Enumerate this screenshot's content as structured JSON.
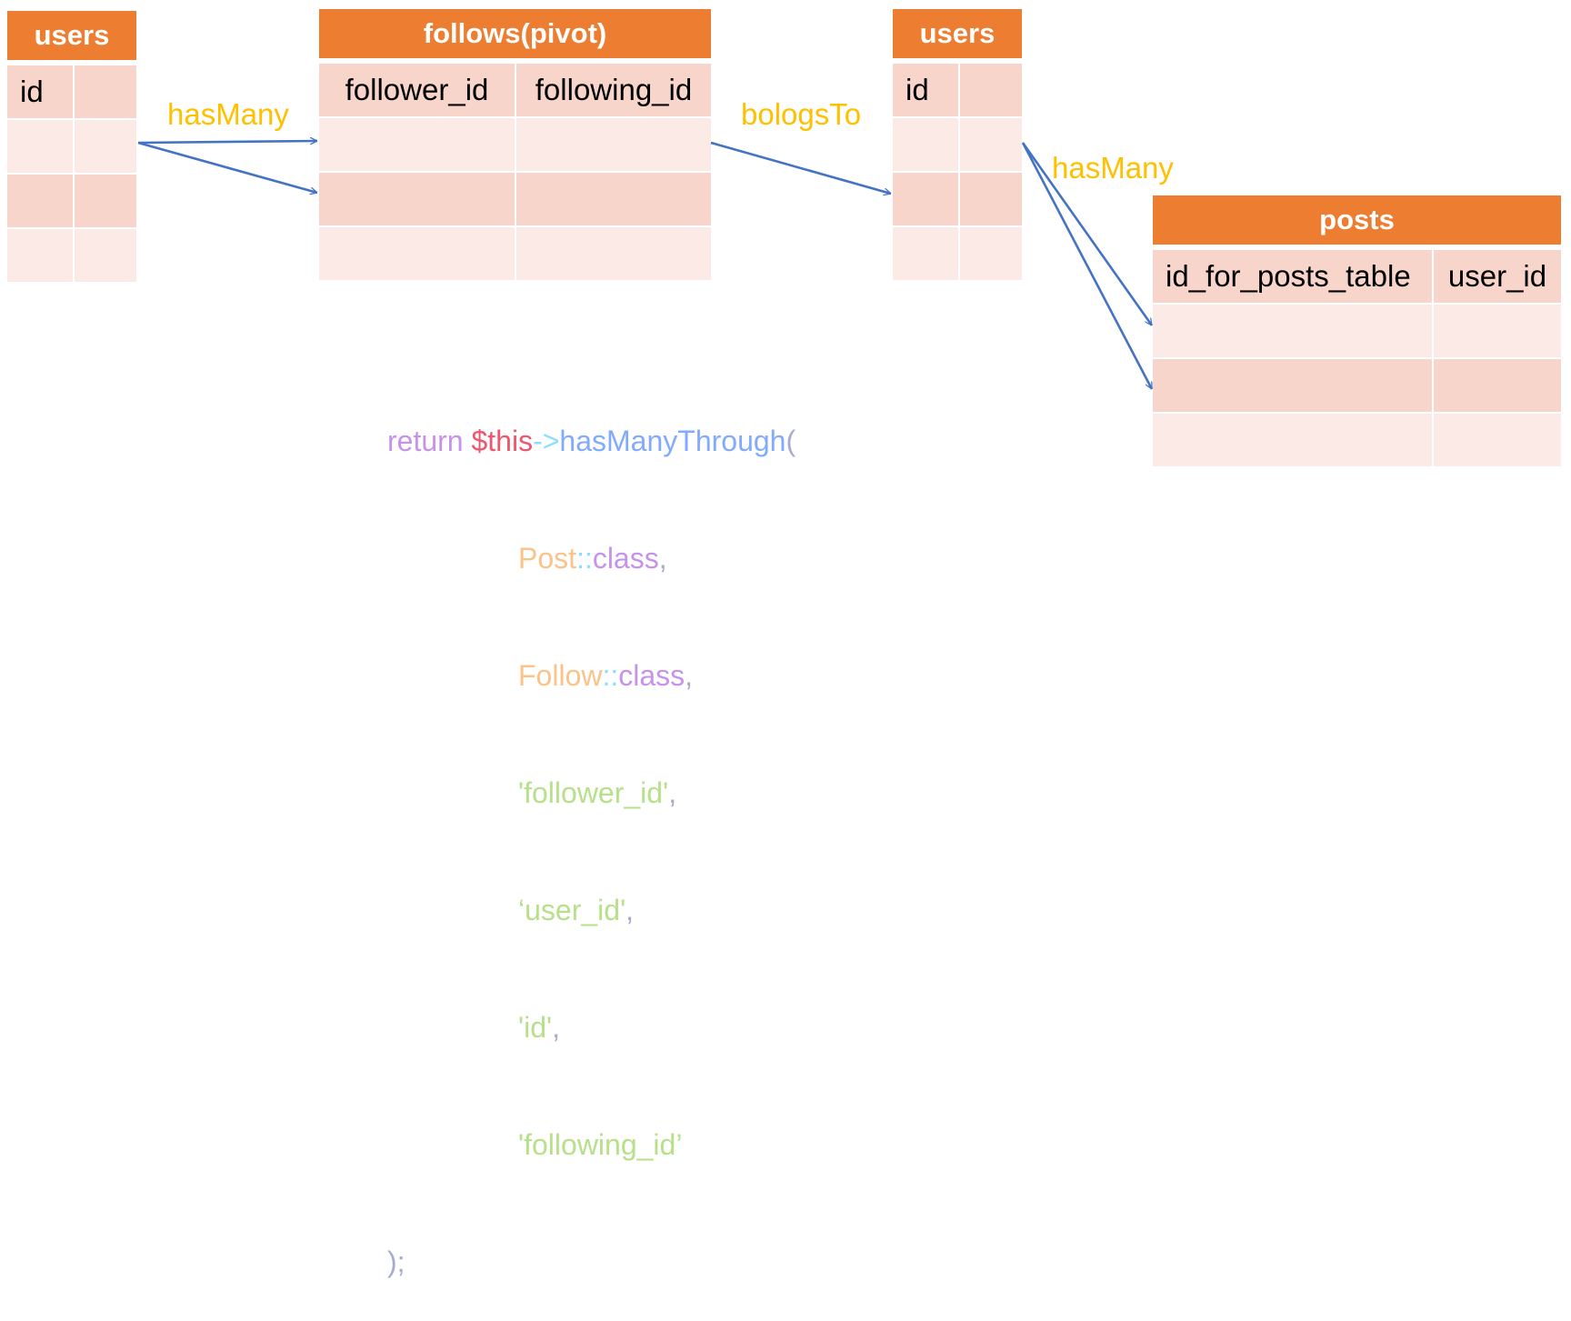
{
  "tables": {
    "users_left": {
      "title": "users",
      "columns": [
        "id",
        ""
      ]
    },
    "follows": {
      "title": "follows(pivot)",
      "columns": [
        "follower_id",
        "following_id"
      ]
    },
    "users_right": {
      "title": "users",
      "columns": [
        "id",
        ""
      ]
    },
    "posts": {
      "title": "posts",
      "columns": [
        "id_for_posts_table",
        "user_id"
      ]
    }
  },
  "relations": {
    "has_many_1": "hasMany",
    "belongs_to": "bologsTo",
    "has_many_2": "hasMany"
  },
  "code": {
    "return": "return ",
    "this": "$this",
    "arrow": "->",
    "method": "hasManyThrough",
    "open_paren": "(",
    "post": "Post",
    "follow": "Follow",
    "double_colon": "::",
    "class_kw": "class",
    "comma": ",",
    "arg3": "'follower_id'",
    "arg4": "‘user_id'",
    "arg5": "'id'",
    "arg6": "'following_id’",
    "close": ");"
  },
  "colors": {
    "header": "#ED7D31",
    "row_dark": "#F8D5CA",
    "row_light": "#FBEAE5",
    "label": "#FFC000",
    "arrow": "#4472C4"
  }
}
